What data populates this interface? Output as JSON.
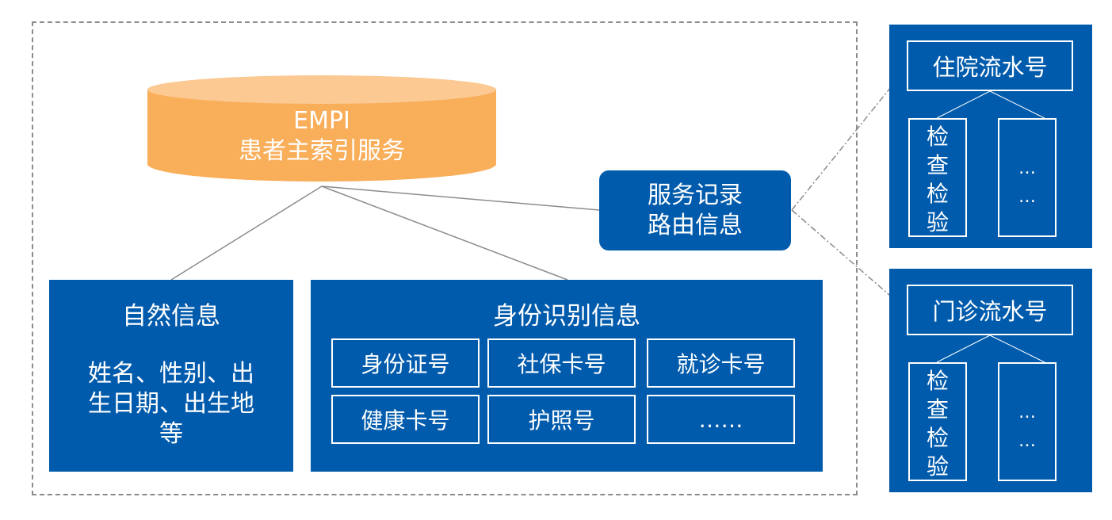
{
  "colors": {
    "blue": "#005bac",
    "orange": "#f9ae5a",
    "orange_top": "#fbc991"
  },
  "empi": {
    "line1": "EMPI",
    "line2": "患者主索引服务"
  },
  "route": {
    "line1": "服务记录",
    "line2": "路由信息"
  },
  "natural": {
    "title": "自然信息",
    "line1": "姓名、性别、出",
    "line2": "生日期、出生地",
    "line3": "等"
  },
  "identity": {
    "title": "身份识别信息",
    "cells": [
      "身份证号",
      "社保卡号",
      "就诊卡号",
      "健康卡号",
      "护照号",
      "……"
    ]
  },
  "inpatient": {
    "title": "住院流水号",
    "left_vertical": [
      "检",
      "查",
      "检",
      "验"
    ],
    "right_dots": [
      "…",
      "…"
    ]
  },
  "outpatient": {
    "title": "门诊流水号",
    "left_vertical": [
      "检",
      "查",
      "检",
      "验"
    ],
    "right_dots": [
      "…",
      "…"
    ]
  }
}
